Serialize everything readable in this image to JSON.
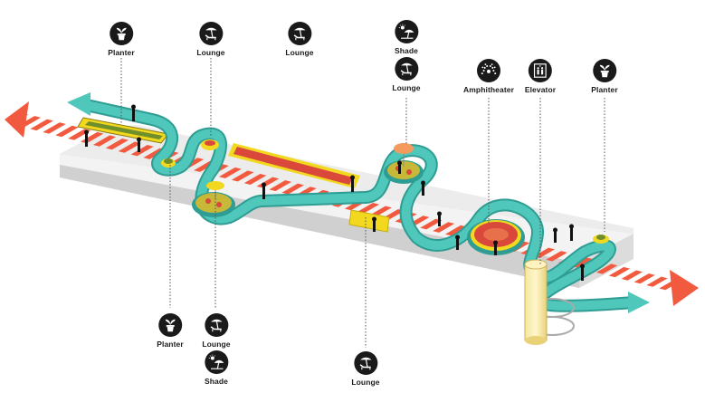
{
  "callouts": {
    "planter_a": "Planter",
    "lounge_a": "Lounge",
    "lounge_b": "Lounge",
    "shade_a": "Shade",
    "lounge_c": "Lounge",
    "amphitheater": "Amphitheater",
    "elevator": "Elevator",
    "planter_b": "Planter",
    "planter_c": "Planter",
    "lounge_d": "Lounge",
    "shade_b": "Shade",
    "lounge_e": "Lounge"
  },
  "icons": {
    "planter": "planter-icon",
    "lounge": "lounge-chair-umbrella-icon",
    "shade": "sun-umbrella-icon",
    "amphitheater": "amphitheater-icon",
    "elevator": "elevator-icon"
  },
  "colors": {
    "path": "#4fc7bb",
    "path_edge": "#2f9d93",
    "stripe": "#f25a3f",
    "deck": "#f1f1f1",
    "deck_side": "#d9d9d9",
    "yellow": "#f2d81e",
    "red": "#d9483b",
    "orange": "#f39a5c"
  }
}
